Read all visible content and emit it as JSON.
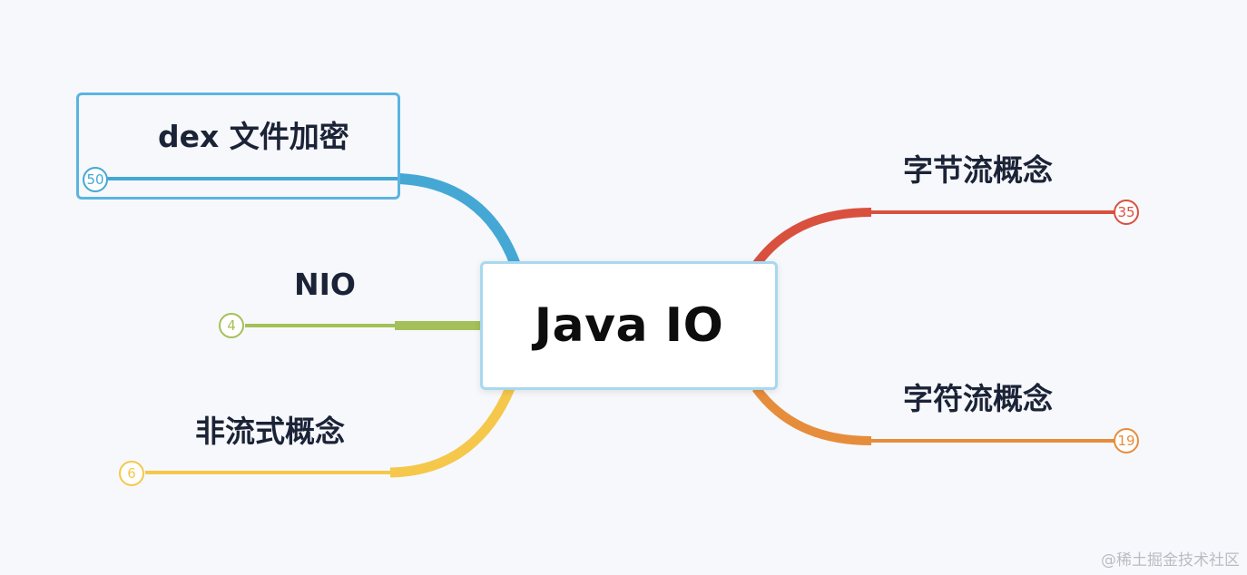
{
  "root": {
    "label": "Java IO"
  },
  "branches": {
    "dex": {
      "label": "dex 文件加密",
      "count": "50",
      "color": "#45a8d4"
    },
    "nio": {
      "label": "NIO",
      "count": "4",
      "color": "#a4c05a"
    },
    "nonstream": {
      "label": "非流式概念",
      "count": "6",
      "color": "#f5c84b"
    },
    "byte": {
      "label": "字节流概念",
      "count": "35",
      "color": "#d9503f"
    },
    "char": {
      "label": "字符流概念",
      "count": "19",
      "color": "#e68d3c"
    }
  },
  "watermark": "@稀土掘金技术社区"
}
